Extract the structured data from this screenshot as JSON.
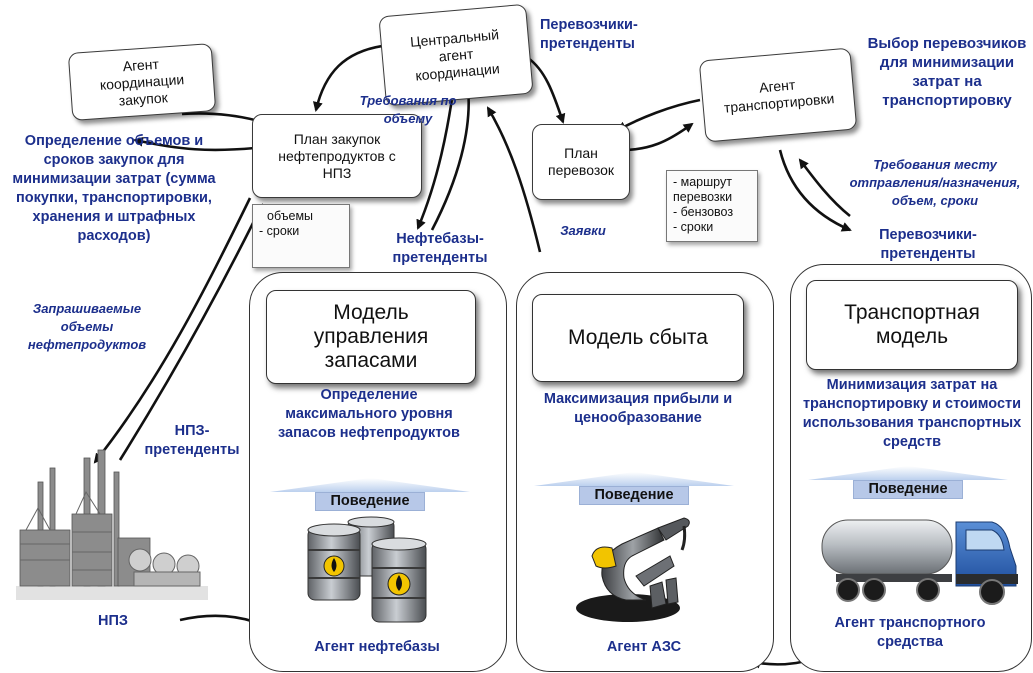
{
  "nodes": {
    "agent_procurement": "Агент координации закупок",
    "central_agent": "Центральный агент координации",
    "agent_transport": "Агент транспортировки",
    "plan_procurement": "План закупок нефтепродуктов с НПЗ",
    "plan_shipping": "План перевозок"
  },
  "notes": {
    "procurement_note": [
      "объемы",
      "- сроки"
    ],
    "shipping_note": [
      "- маршрут",
      "перевозки",
      "- бензовоз",
      "- сроки"
    ]
  },
  "labels": {
    "carriers_top": "Перевозчики-претенденты",
    "carrier_choice": "Выбор перевозчиков для минимизации затрат на транспортировку",
    "volume_definition": "Определение объемов и сроков закупок для минимизации затрат (сумма покупки, транспортировки, хранения и штрафных расходов)",
    "volume_requirements": "Требования по объему",
    "oil_depots": "Нефтебазы-претенденты",
    "requests": "Заявки",
    "place_requirements": "Требования месту отправления/назначения, объем, сроки",
    "carriers_right": "Перевозчики-претенденты",
    "requested_volumes": "Запрашиваемые объемы нефтепродуктов",
    "refinery_candidates": "НПЗ-претенденты",
    "refinery": "НПЗ"
  },
  "panels": [
    {
      "title": "Модель управления запасами",
      "description": "Определение максимального уровня запасов нефтепродуктов",
      "behavior": "Поведение",
      "agent": "Агент нефтебазы"
    },
    {
      "title": "Модель сбыта",
      "description": "Максимизация прибыли и ценообразование",
      "behavior": "Поведение",
      "agent": "Агент АЗС"
    },
    {
      "title": "Транспортная модель",
      "description": "Минимизация затрат на транспортировку и стоимости использования транспортных средств",
      "behavior": "Поведение",
      "agent": "Агент транспортного средства"
    }
  ],
  "colors": {
    "label_blue": "#1c2f8c",
    "behavior_fill": "#b7c8e8",
    "fuel_yellow": "#f2c400"
  },
  "icons": [
    "refinery-illustration",
    "oil-barrels-illustration",
    "fuel-nozzle-illustration",
    "fuel-truck-illustration"
  ]
}
